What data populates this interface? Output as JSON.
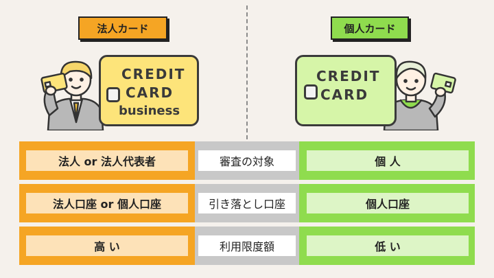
{
  "header": {
    "corporate_label": "法人カード",
    "personal_label": "個人カード"
  },
  "cards": {
    "corporate": {
      "line1": "CREDIT",
      "line2": "CARD",
      "line3": "business"
    },
    "personal": {
      "line1": "CREDIT",
      "line2": "CARD"
    }
  },
  "rows": [
    {
      "left": "法人 or 法人代表者",
      "middle": "審査の対象",
      "right": "個 人"
    },
    {
      "left": "法人口座 or 個人口座",
      "middle": "引き落とし口座",
      "right": "個人口座"
    },
    {
      "left": "高 い",
      "middle": "利用限度額",
      "right": "低 い"
    }
  ],
  "colors": {
    "corporate_accent": "#f5a524",
    "personal_accent": "#8fdc4e",
    "middle_band": "#c8c8c8"
  }
}
